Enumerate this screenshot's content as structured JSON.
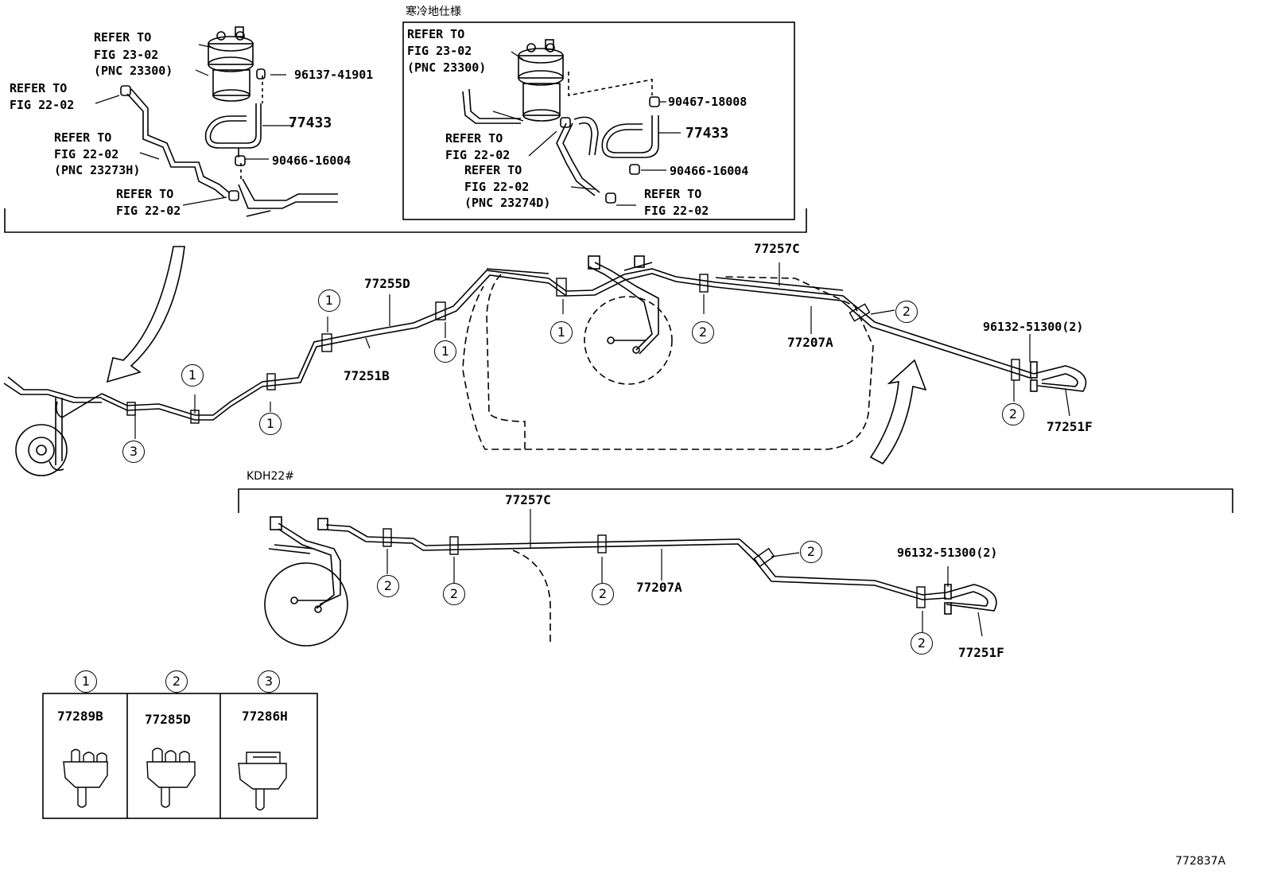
{
  "top_left": {
    "refer_fuel_filter": [
      "REFER TO",
      "FIG 23-02",
      "(PNC 23300)"
    ],
    "refer_hose_a": [
      "REFER TO",
      "FIG 22-02"
    ],
    "refer_hose_b": [
      "REFER TO",
      "FIG 22-02",
      "(PNC 23273H)"
    ],
    "refer_hose_c": [
      "REFER TO",
      "FIG 22-02"
    ],
    "part_clip": "96137-41901",
    "part_hose": "77433",
    "part_clamp": "90466-16004"
  },
  "top_right": {
    "title": "寒冷地仕様",
    "refer_fuel_filter": [
      "REFER TO",
      "FIG 23-02",
      "(PNC 23300)"
    ],
    "refer_hose_a": [
      "REFER TO",
      "FIG 22-02"
    ],
    "refer_hose_b": [
      "REFER TO",
      "FIG 22-02",
      "(PNC 23274D)"
    ],
    "refer_hose_c": [
      "REFER TO",
      "FIG 22-02"
    ],
    "part_clip": "90467-18008",
    "part_hose": "77433",
    "part_clamp": "90466-16004"
  },
  "main": {
    "parts": [
      "77257C",
      "77255D",
      "77251B",
      "77207A",
      "96132-51300(2)",
      "77251F"
    ],
    "callouts": [
      "1",
      "2",
      "3"
    ]
  },
  "kdh": {
    "title": "KDH22#",
    "parts": [
      "77257C",
      "77207A",
      "96132-51300(2)",
      "77251F"
    ]
  },
  "legend": {
    "items": [
      {
        "num": "1",
        "part": "77289B"
      },
      {
        "num": "2",
        "part": "77285D"
      },
      {
        "num": "3",
        "part": "77286H"
      }
    ]
  },
  "figure_id": "772837A"
}
